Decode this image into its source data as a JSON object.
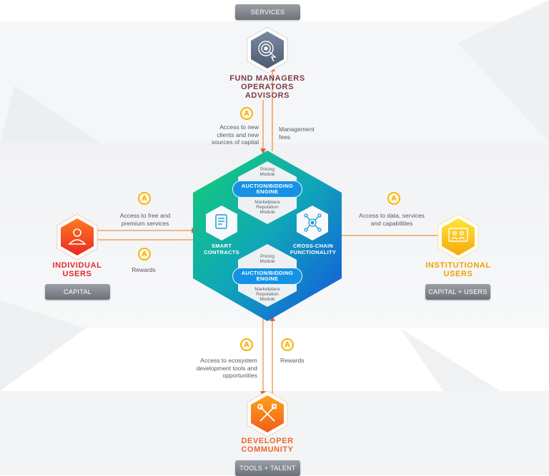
{
  "top_pill": "SERVICES",
  "bottom_pill": "TOOLS + TALENT",
  "fund": {
    "line1": "FUND MANAGERS",
    "line2": "OPERATORS",
    "line3": "ADVISORS"
  },
  "individual": {
    "line1": "INDIVIDUAL",
    "line2": "USERS",
    "pill": "CAPITAL"
  },
  "institutional": {
    "line1": "INSTITUTIONAL",
    "line2": "USERS",
    "pill": "CAPITAL + USERS"
  },
  "developer": {
    "line1": "DEVELOPER",
    "line2": "COMMUNITY"
  },
  "notes": {
    "top_left": [
      "Access to new",
      "clients and new",
      "sources of capital"
    ],
    "top_right": [
      "Management",
      "fees"
    ],
    "left_top": [
      "Access to free and",
      "premium services"
    ],
    "left_bottom": "Rewards",
    "right_top": [
      "Access to data, services",
      "and capabilities"
    ],
    "bottom_left": [
      "Access to ecosystem",
      "development tools and",
      "opportunities"
    ],
    "bottom_right": "Rewards"
  },
  "coin_glyph": "A",
  "hub": {
    "upper": {
      "module_top": [
        "Pricing",
        "Module"
      ],
      "engine": [
        "AUCTION/BIDDING",
        "ENGINE"
      ],
      "module_bottom": [
        "Marketplace",
        "Reputation",
        "Module"
      ]
    },
    "lower": {
      "module_top": [
        "Pricing",
        "Module"
      ],
      "engine": [
        "AUCTION/BIDDING",
        "ENGINE"
      ],
      "module_bottom": [
        "Marketplace",
        "Reputation",
        "Module"
      ]
    },
    "smart": [
      "SMART",
      "CONTRACTS"
    ],
    "cross": [
      "CROSS-CHAIN",
      "FUNCTIONALITY"
    ]
  },
  "icons": {
    "fund": "target-cursor-icon",
    "individual": "user-icon",
    "institutional": "users-screen-icon",
    "developer": "tools-icon",
    "smart": "document-icon",
    "cross": "network-gear-icon"
  },
  "colors": {
    "fund": "#5f6f86",
    "individual": "#f04a20",
    "institutional": "#f9c313",
    "developer": "#f08a1a",
    "hub_from": "#12c97a",
    "hub_to": "#1063d9"
  }
}
